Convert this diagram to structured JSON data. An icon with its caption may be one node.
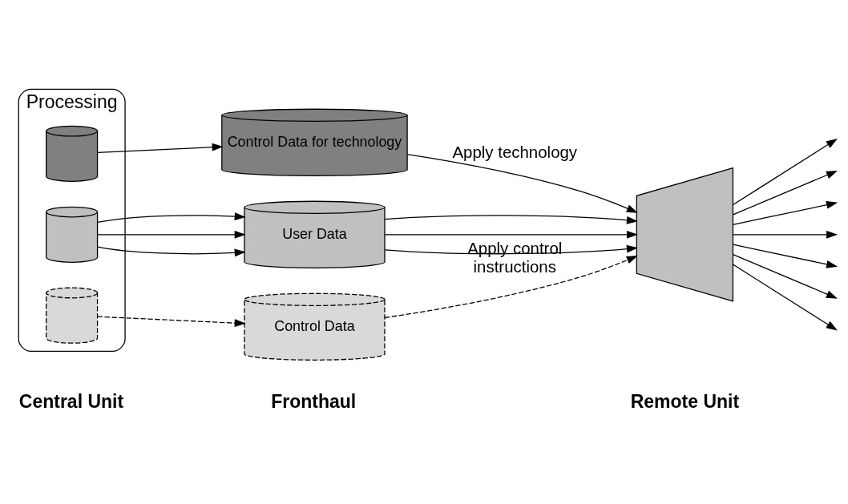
{
  "diagram": {
    "nodes": [
      {
        "text": [
          "Processing"
        ]
      },
      {
        "text": [],
        "shape": "cylinder",
        "in": 0
      },
      {
        "text": [],
        "shape": "cylinder",
        "in": 0
      },
      {
        "text": [],
        "shape": "cylinder",
        "in": 0
      },
      {
        "text": [
          "Control Data for technology"
        ]
      },
      {
        "text": [
          "User Data"
        ]
      },
      {
        "text": [
          "Control Data"
        ]
      },
      {
        "text": [],
        "shape": "cone"
      }
    ],
    "edges": [
      {
        "from": 1,
        "to": 4,
        "arrow": "to"
      },
      {
        "from": 2,
        "to": 5,
        "arrow": "to"
      },
      {
        "from": 2,
        "to": 5,
        "arrow": "to"
      },
      {
        "from": 2,
        "to": 5,
        "arrow": "to"
      },
      {
        "from": 3,
        "to": 6,
        "arrow": "to",
        "style": "dashed"
      },
      {
        "from": 4,
        "to": 7,
        "arrow": "to",
        "label": "Apply technology"
      },
      {
        "from": 5,
        "to": 7,
        "arrow": "to"
      },
      {
        "from": 5,
        "to": 7,
        "arrow": "to"
      },
      {
        "from": 5,
        "to": 7,
        "arrow": "to"
      },
      {
        "from": 6,
        "to": 7,
        "arrow": "to",
        "style": "dashed",
        "label": "Apply control instructions"
      },
      {
        "from": 7,
        "to": null,
        "arrow": "to"
      },
      {
        "from": 7,
        "to": null,
        "arrow": "to"
      },
      {
        "from": 7,
        "to": null,
        "arrow": "to"
      },
      {
        "from": 7,
        "to": null,
        "arrow": "to"
      },
      {
        "from": 7,
        "to": null,
        "arrow": "to"
      },
      {
        "from": 7,
        "to": null,
        "arrow": "to"
      },
      {
        "from": 7,
        "to": null,
        "arrow": "to"
      }
    ],
    "labels": [
      "Central Unit",
      "Fronthaul",
      "Remote Unit"
    ]
  }
}
